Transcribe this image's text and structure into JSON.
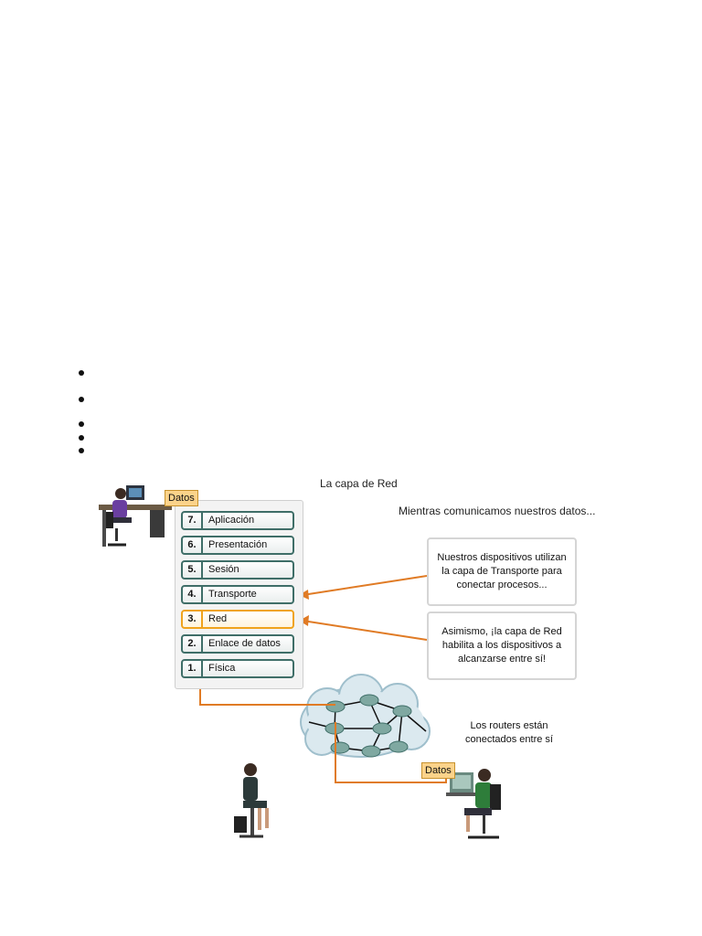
{
  "bullets": [
    "",
    "",
    "",
    "",
    ""
  ],
  "figure": {
    "title": "La capa de Red",
    "subtitle": "Mientras comunicamos nuestros datos...",
    "data_tag": "Datos",
    "layers": [
      {
        "num": "7.",
        "name": "Aplicación"
      },
      {
        "num": "6.",
        "name": "Presentación"
      },
      {
        "num": "5.",
        "name": "Sesión"
      },
      {
        "num": "4.",
        "name": "Transporte"
      },
      {
        "num": "3.",
        "name": "Red"
      },
      {
        "num": "2.",
        "name": "Enlace de datos"
      },
      {
        "num": "1.",
        "name": "Física"
      }
    ],
    "callout_transport": "Nuestros dispositivos utilizan la capa de Transporte para conectar procesos...",
    "callout_network": "Asimismo, ¡la capa de Red habilita a los dispositivos a alcanzarse entre sí!",
    "routers_label": "Los routers están conectados entre sí",
    "highlight_color": "#f0a31d",
    "layer_border_color": "#3f6e68",
    "path_color": "#e07b25"
  }
}
